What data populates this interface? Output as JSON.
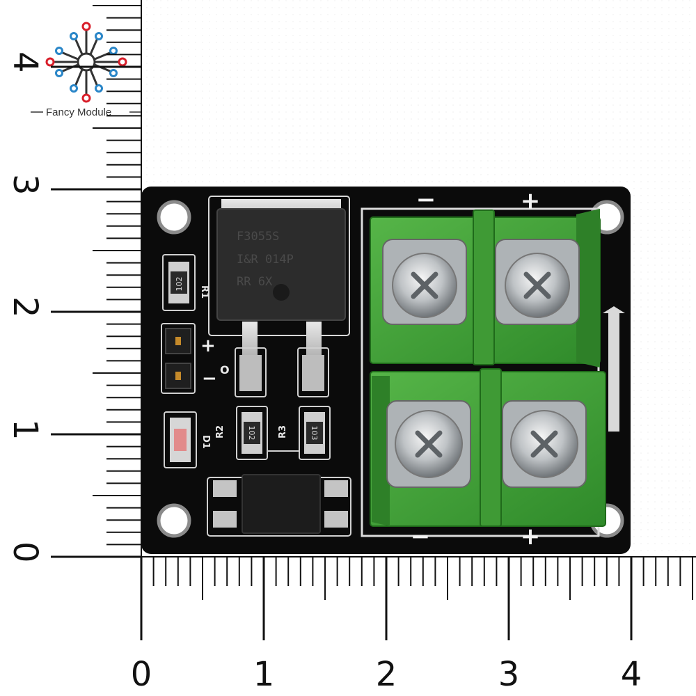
{
  "logo": {
    "brand": "Fancy Module",
    "accent_red": "#d81e2a",
    "accent_blue": "#2a86c8"
  },
  "ruler": {
    "unit_hint": "cm",
    "x_labels": [
      "0",
      "1",
      "2",
      "3",
      "4"
    ],
    "y_labels": [
      "0",
      "1",
      "2",
      "3",
      "4"
    ]
  },
  "board": {
    "color": "#0b0b0b",
    "silkscreen": {
      "r1": "R1",
      "r2": "R2",
      "r3": "R3",
      "d1": "D1",
      "plus": "+",
      "minus": "−",
      "o": "O",
      "terminal_top_minus": "−",
      "terminal_top_plus": "+",
      "terminal_bottom_minus": "−",
      "terminal_bottom_plus": "+"
    },
    "mosfet": {
      "line1": "F3055S",
      "line2": "I&R 014P",
      "line3": "RR   6X"
    },
    "resistor_codes": {
      "r1": "102",
      "r2": "102",
      "r3": "103"
    },
    "optocoupler_marking": "",
    "terminal_color": "#3fa033"
  }
}
